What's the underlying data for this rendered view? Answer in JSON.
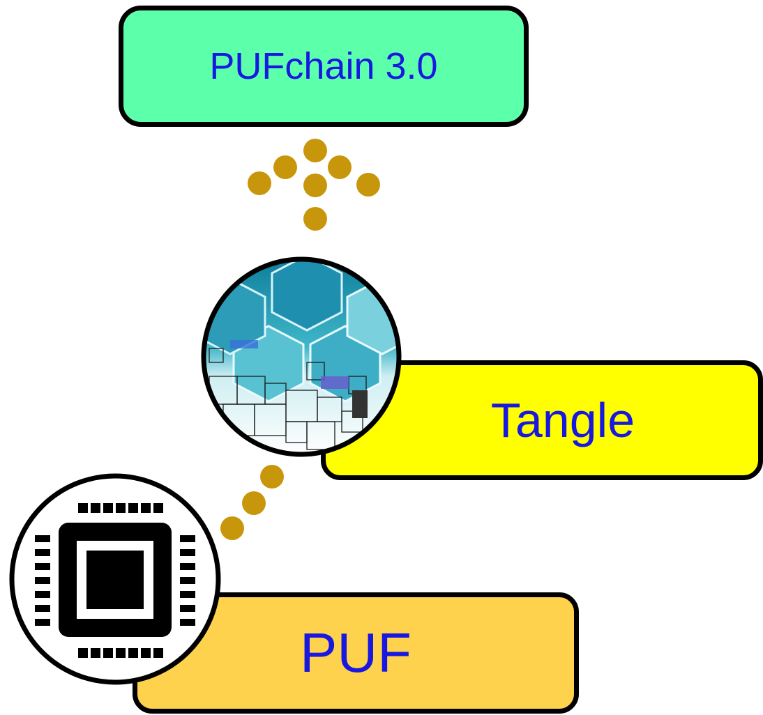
{
  "nodes": {
    "top": {
      "label": "PUFchain 3.0",
      "fill": "#5cffaa"
    },
    "middle": {
      "label": "Tangle",
      "fill": "#ffff00"
    },
    "bottom": {
      "label": "PUF",
      "fill": "#ffd24d"
    }
  },
  "colors": {
    "connector_dots": "#c8960a",
    "border": "#000000",
    "text": "#1818e0"
  },
  "icons": {
    "middle": "hexagon-mosaic-image-icon",
    "bottom": "cpu-chip-icon"
  }
}
